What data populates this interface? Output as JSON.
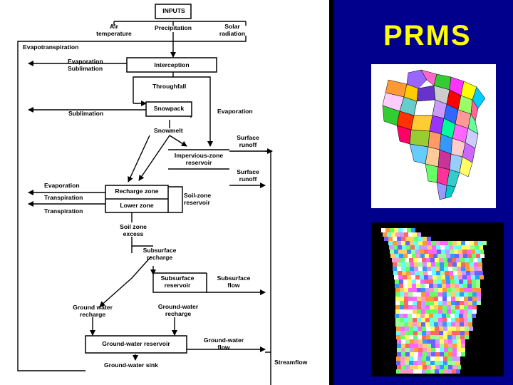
{
  "diagram": {
    "inputs": "INPUTS",
    "air_temperature": "Air\ntemperature",
    "precipitation": "Precipitation",
    "solar_radiation": "Solar\nradiation",
    "evapotranspiration": "Evapotranspiration",
    "evaporation_sublimation": "Evaporation\nSublimation",
    "interception": "Interception",
    "throughfall": "Throughfall",
    "sublimation": "Sublimation",
    "snowpack": "Snowpack",
    "evaporation_snow": "Evaporation",
    "snowmelt": "Snowmelt",
    "surface_runoff_1": "Surface\nrunoff",
    "impervious_zone_reservoir": "Impervious-zone\nreservoir",
    "surface_runoff_2": "Surface\nrunoff",
    "evaporation_soil": "Evaporation",
    "transpiration_1": "Transpiration",
    "transpiration_2": "Transpiration",
    "recharge_zone": "Recharge zone",
    "lower_zone": "Lower zone",
    "soil_zone_reservoir": "Soil-zone\nreservoir",
    "soil_zone_excess": "Soil zone\nexcess",
    "subsurface_recharge": "Subsurface\nrecharge",
    "subsurface_reservoir": "Subsurface\nreservoir",
    "subsurface_flow": "Subsurface\nflow",
    "ground_water_recharge_left": "Ground water\nrecharge",
    "ground_water_recharge_mid": "Ground-water\nrecharge",
    "ground_water_reservoir": "Ground-water reservoir",
    "ground_water_flow": "Ground-water\nflow",
    "ground_water_sink": "Ground-water sink",
    "streamflow": "Streamflow"
  },
  "title": "PRMS",
  "colors": {
    "background": "#000000",
    "panel": "#00008c",
    "title": "#ffff00",
    "diagram_bg": "#ffffff",
    "line": "#000000"
  }
}
